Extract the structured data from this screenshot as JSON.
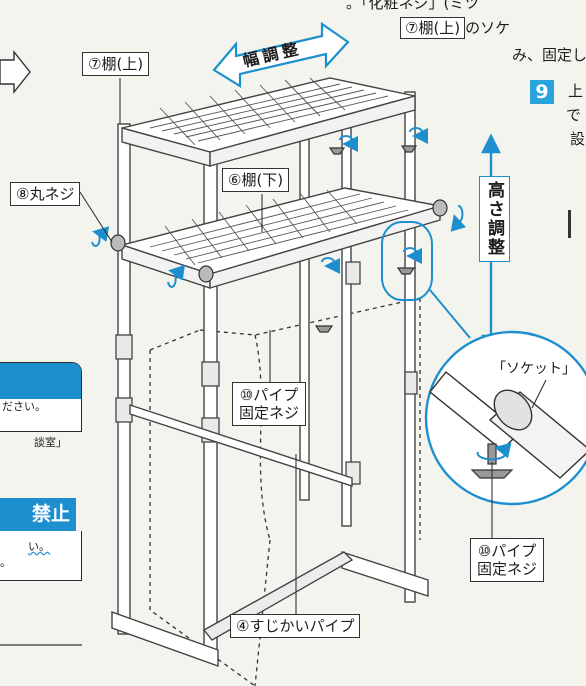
{
  "labels": {
    "shelf_top": "⑦棚(上)",
    "shelf_bottom": "⑥棚(下)",
    "round_screw": "⑧丸ネジ",
    "pipe_screw_line1": "⑩パイプ",
    "pipe_screw_line2": "固定ネジ",
    "brace_pipe": "④すじかいパイプ",
    "socket": "「ソケット」",
    "detail_screw_line1": "⑩パイプ",
    "detail_screw_line2": "固定ネジ"
  },
  "arrows": {
    "width_adjust": "幅調整",
    "height_adjust": "高さ調整"
  },
  "instructions": {
    "line0": "。「化粧ネジ」(ミツ",
    "boxed_ref": "⑦棚(上)",
    "line1_rest": "のソケ",
    "line2": "み、固定し",
    "step_number": "9",
    "step_line1": "上",
    "step_line2": "で",
    "step_line3": "設"
  },
  "left_panel": {
    "text1": "ださい。",
    "text2": "談室」",
    "prohibit_label": "禁止",
    "text3": "い。",
    "text4": "。"
  },
  "colors": {
    "accent_blue": "#1d8fcf",
    "step_blue": "#29a3dc",
    "background": "#f4f4ef"
  }
}
